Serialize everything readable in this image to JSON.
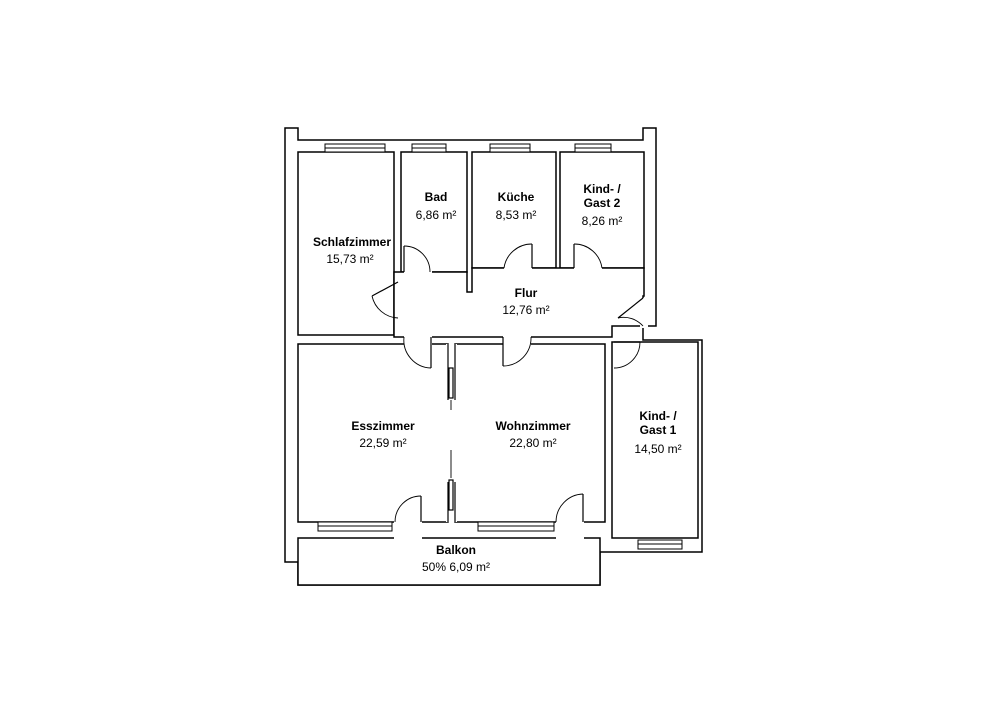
{
  "rooms": [
    {
      "name": "Schlafzimmer",
      "area": "15,73 m²"
    },
    {
      "name": "Bad",
      "area": "6,86 m²"
    },
    {
      "name": "Küche",
      "area": "8,53 m²"
    },
    {
      "name_line1": "Kind- /",
      "name_line2": "Gast 2",
      "area": "8,26 m²"
    },
    {
      "name": "Flur",
      "area": "12,76 m²"
    },
    {
      "name": "Esszimmer",
      "area": "22,59 m²"
    },
    {
      "name": "Wohnzimmer",
      "area": "22,80 m²"
    },
    {
      "name_line1": "Kind- /",
      "name_line2": "Gast 1",
      "area": "14,50 m²"
    },
    {
      "name": "Balkon",
      "area": "50% 6,09 m²"
    }
  ],
  "colors": {
    "line": "#000000",
    "background": "#ffffff"
  }
}
